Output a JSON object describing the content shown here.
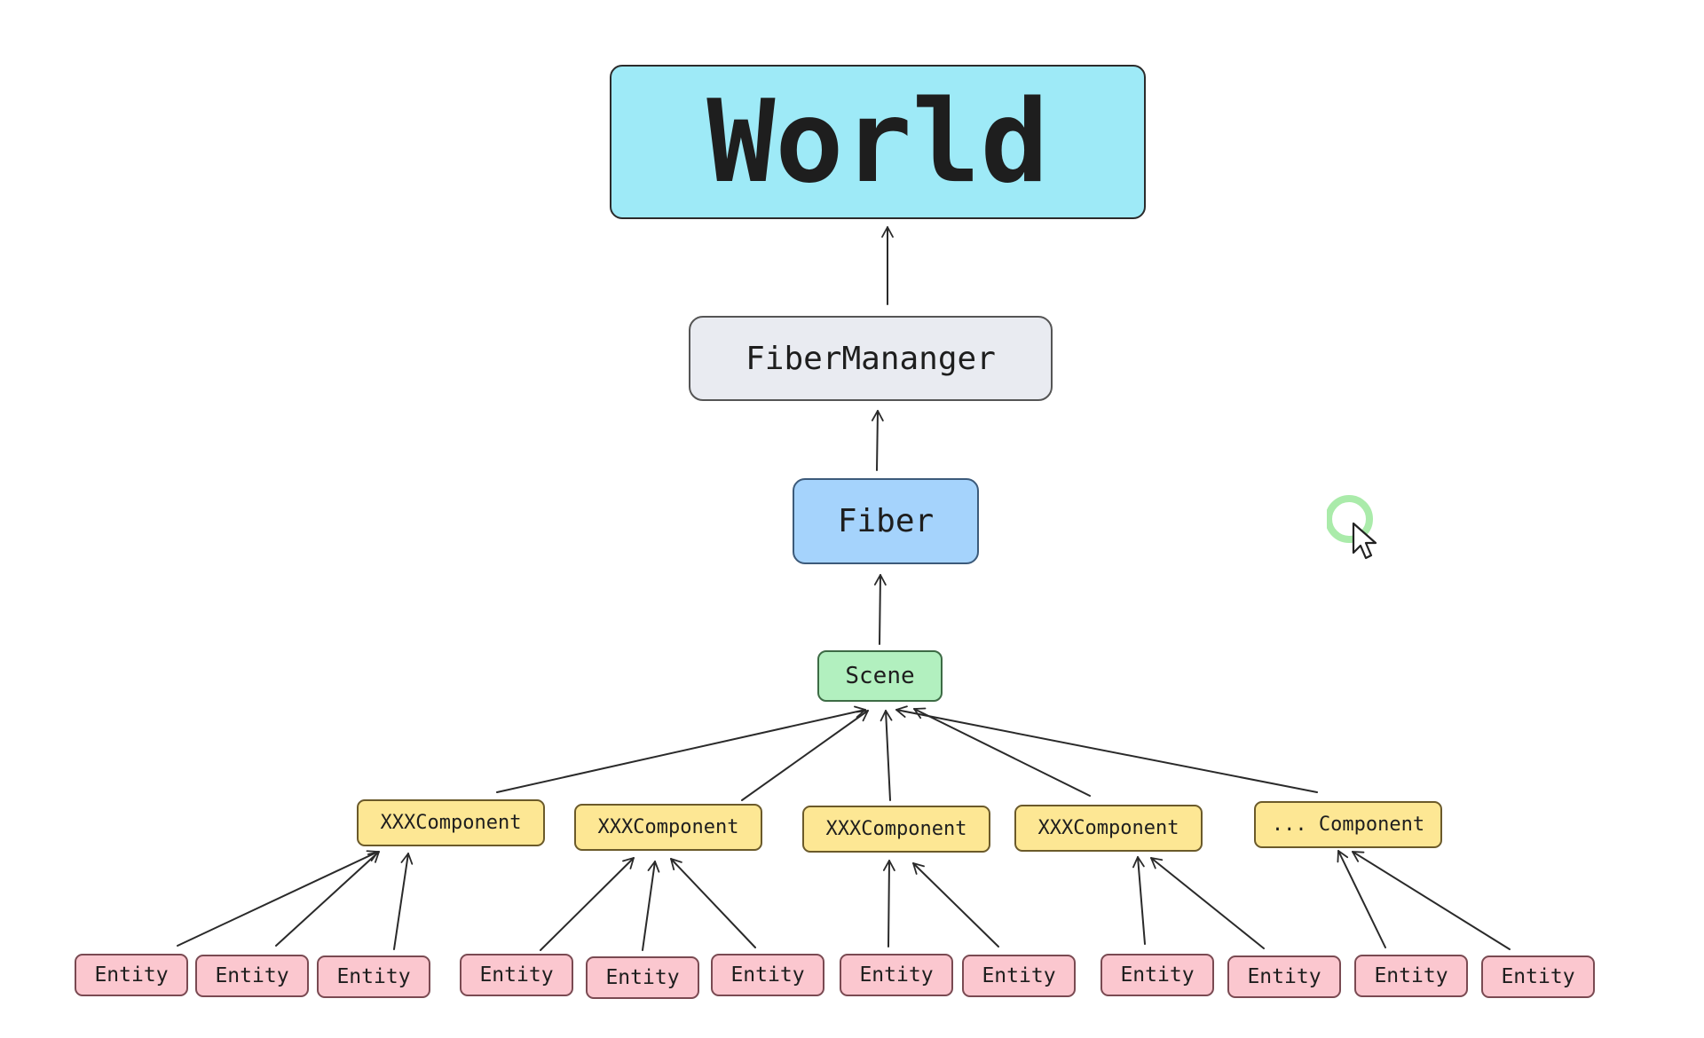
{
  "diagram": {
    "world": "World",
    "fiber_manager": "FiberMananger",
    "fiber": "Fiber",
    "scene": "Scene",
    "components": [
      "XXXComponent",
      "XXXComponent",
      "XXXComponent",
      "XXXComponent",
      "... Component"
    ],
    "entities": [
      "Entity",
      "Entity",
      "Entity",
      "Entity",
      "Entity",
      "Entity",
      "Entity",
      "Entity",
      "Entity",
      "Entity",
      "Entity",
      "Entity"
    ]
  },
  "colors": {
    "world": "#9eeaf7",
    "fiber_manager": "#e9ebf1",
    "fiber": "#a5d3fc",
    "scene": "#b2f0bf",
    "component": "#fde794",
    "entity": "#fbc7cf",
    "cursor_ring": "#9be89b"
  }
}
